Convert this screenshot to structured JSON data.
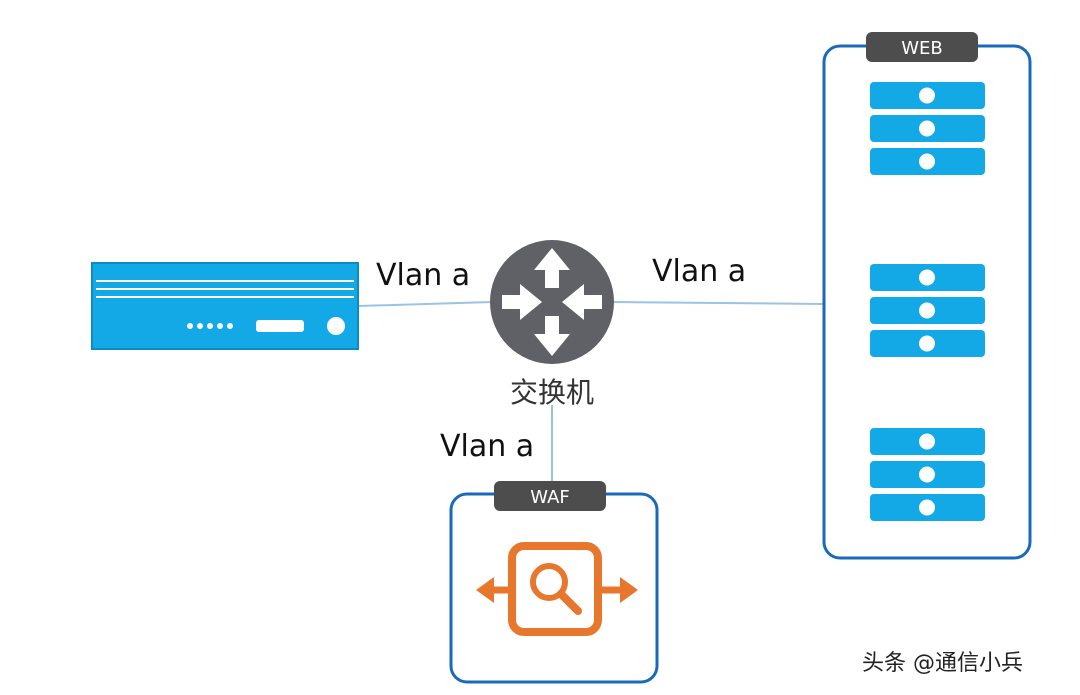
{
  "links": {
    "left_label": "Vlan a",
    "right_label": "Vlan a",
    "bottom_label": "Vlan a"
  },
  "switch": {
    "label": "交换机",
    "icon": "router-switch-icon",
    "color": "#606166"
  },
  "web_group": {
    "tag": "WEB",
    "server_count": 3,
    "server_icon": "server-rack-icon",
    "server_color": "#12a9e6"
  },
  "waf_group": {
    "tag": "WAF",
    "icon": "waf-inspect-icon",
    "icon_color": "#e8772e"
  },
  "firewall": {
    "icon": "network-appliance-icon",
    "color": "#12a9e6"
  },
  "watermark": {
    "text": "头条 @通信小兵"
  },
  "colors": {
    "frame_blue": "#1b6ab8",
    "tag_gray": "#4d4d4d",
    "link_line": "#9cc3e2"
  }
}
